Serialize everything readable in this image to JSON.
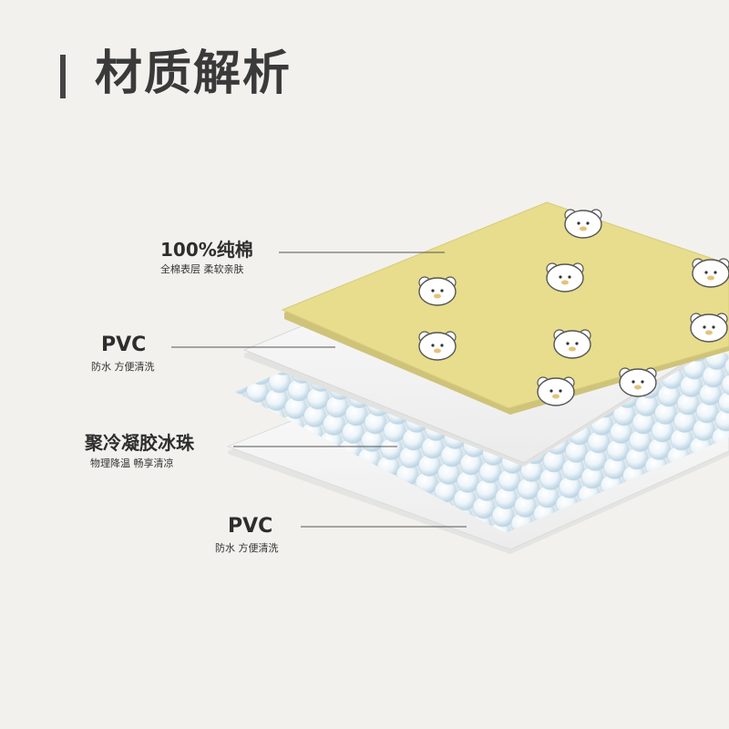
{
  "title": "材质解析",
  "layers": [
    {
      "name": "100%纯棉",
      "desc": "全棉表层 柔软亲肤"
    },
    {
      "name": "PVC",
      "desc": "防水 方便清洗"
    },
    {
      "name": "聚冷凝胶冰珠",
      "desc": "物理降温 畅享清凉"
    },
    {
      "name": "PVC",
      "desc": "防水 方便清洗"
    }
  ],
  "colors": {
    "background": "#f2f1ed",
    "cotton": "#e6dc8a",
    "gel_bead": "#e8f2f8",
    "pvc": "#fafafa",
    "leader_line": "#555555"
  }
}
